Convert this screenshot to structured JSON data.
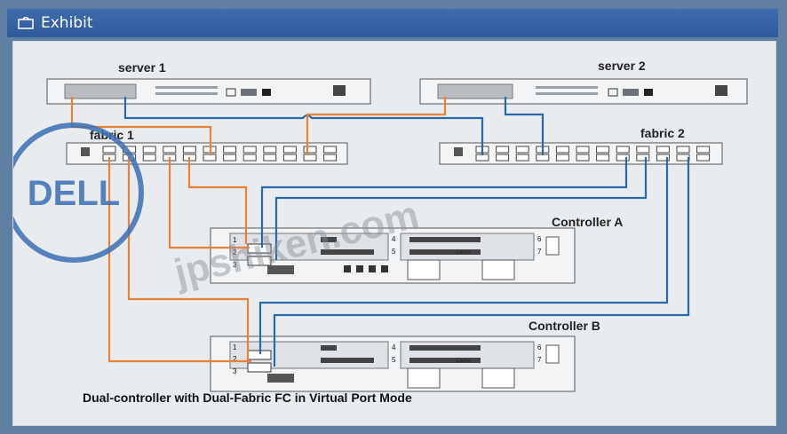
{
  "window": {
    "title": "Exhibit"
  },
  "diagram": {
    "server1": "server 1",
    "server2": "server 2",
    "fabric1": "fabric 1",
    "fabric2": "fabric 2",
    "controllerA": "Controller A",
    "controllerB": "Controller B",
    "caption": "Dual-controller with Dual-Fabric FC in Virtual Port Mode",
    "controller_slots": {
      "s1": "1",
      "s2": "2",
      "s3": "3",
      "s4": "4",
      "s5": "5",
      "s6": "6",
      "s7": "7",
      "cache": "Cache"
    }
  },
  "watermarks": {
    "logo": "DELL",
    "site": "jpshiken.com"
  },
  "colors": {
    "orange_cable": "#e8823a",
    "blue_cable": "#2b6aa8",
    "logo_blue": "#3b6fb4"
  }
}
